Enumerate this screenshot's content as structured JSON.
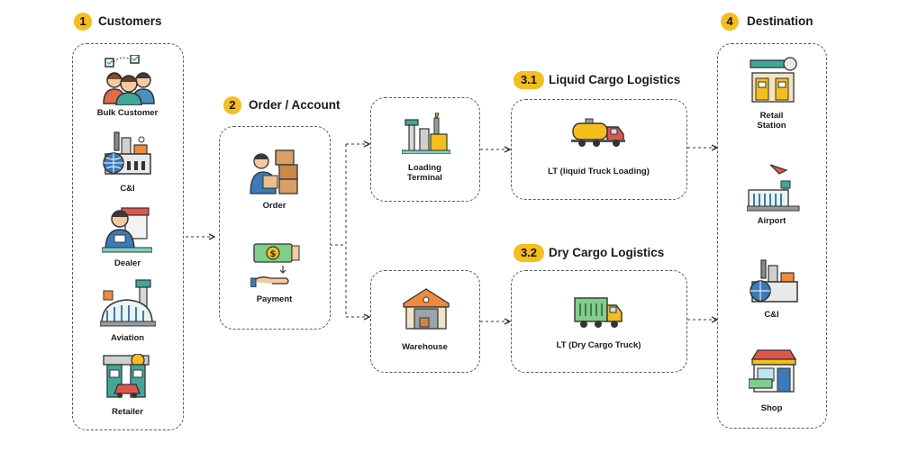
{
  "customers": {
    "step": "1",
    "title": "Customers",
    "items": [
      "Bulk Customer",
      "C&I",
      "Dealer",
      "Aviation",
      "Retailer"
    ]
  },
  "order": {
    "step": "2",
    "title": "Order / Account",
    "items": [
      "Order",
      "Payment"
    ]
  },
  "terminals": {
    "loading": "Loading\nTerminal",
    "warehouse": "Warehouse"
  },
  "liquid": {
    "step": "3.1",
    "title": "Liquid Cargo Logistics",
    "item": "LT (liquid Truck Loading)"
  },
  "dry": {
    "step": "3.2",
    "title": "Dry Cargo Logistics",
    "item": "LT (Dry Cargo Truck)"
  },
  "destination": {
    "step": "4",
    "title": "Destination",
    "items": [
      "Retail\nStation",
      "Airport",
      "C&I",
      "Shop"
    ]
  },
  "colors": {
    "accent": "#f6be1a",
    "border": "#5a5a5a",
    "teal": "#3fa89a",
    "orange": "#f08a3c"
  }
}
